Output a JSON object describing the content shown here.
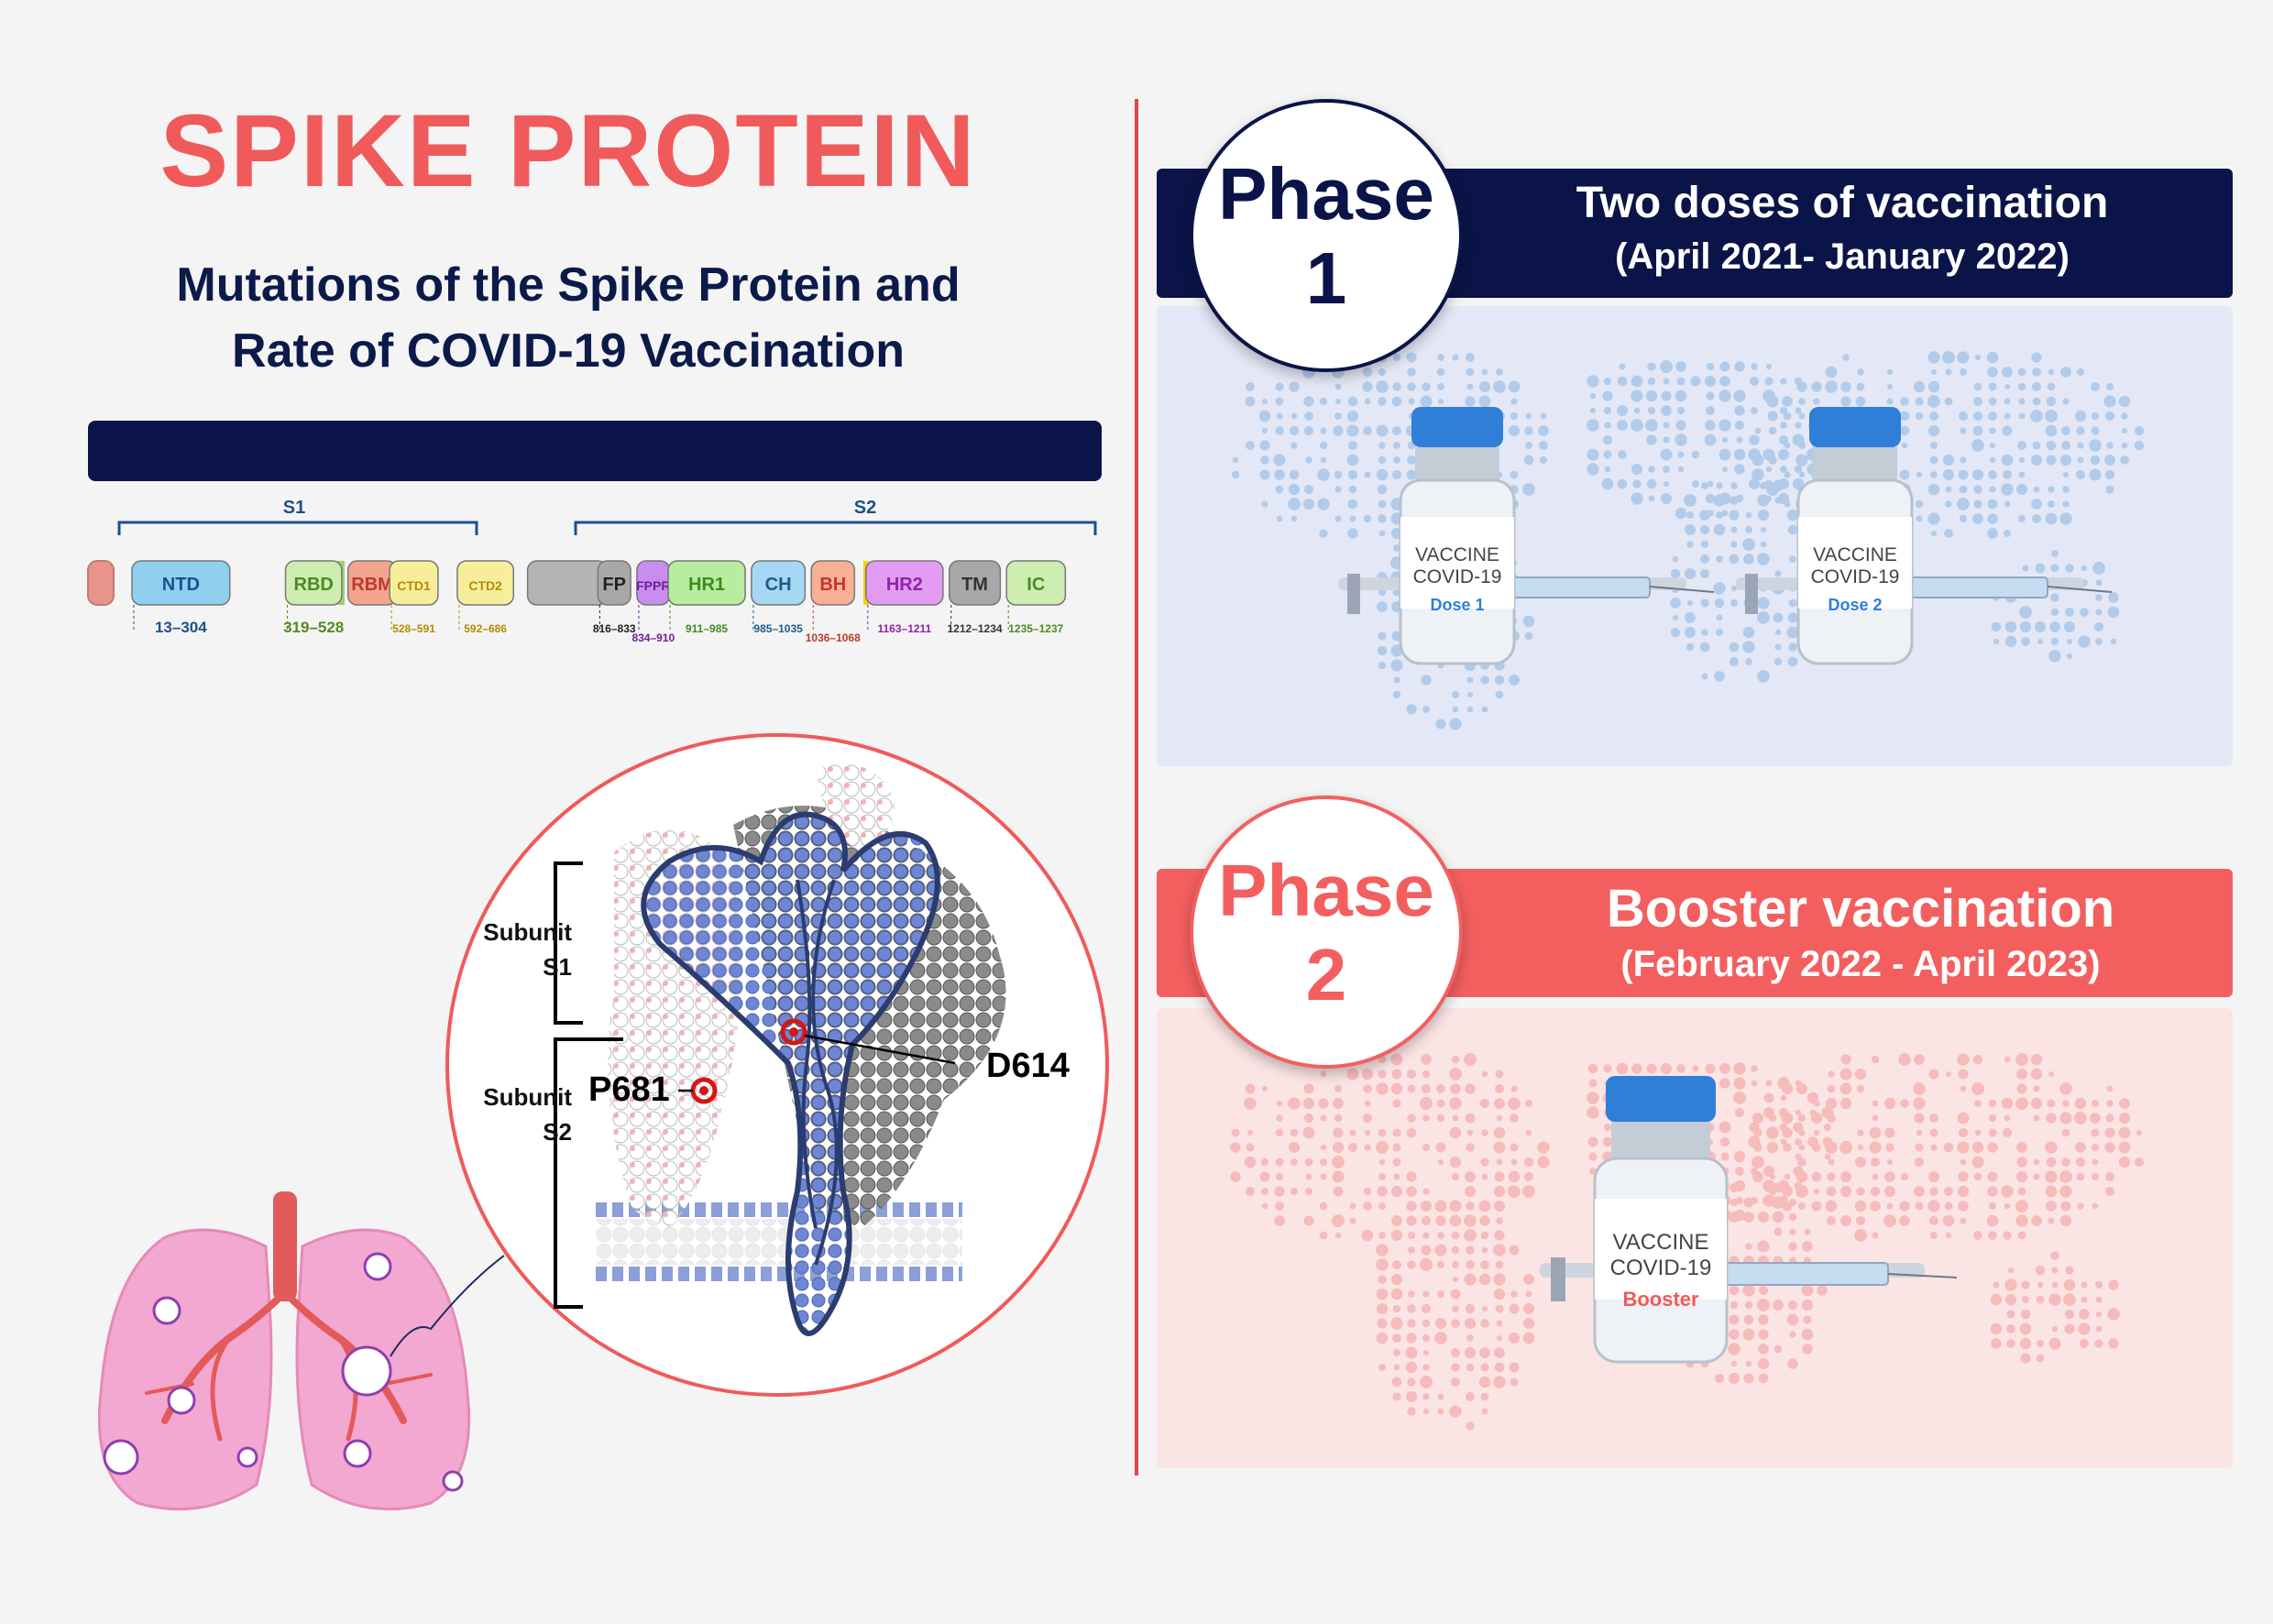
{
  "title": "SPIKE PROTEIN",
  "subtitle_line1": "Mutations of the Spike Protein and",
  "subtitle_line2": "Rate of COVID-19 Vaccination",
  "domain_map": {
    "s1_label": "S1",
    "s2_label": "S2",
    "domains": [
      {
        "name": "NTD",
        "range": "13–304",
        "color": "#8fd0ee",
        "text": "#1d4f8c"
      },
      {
        "name": "RBD",
        "range": "319–528",
        "color": "#cdeeb0",
        "text": "#4e8a24"
      },
      {
        "name": "RBM",
        "range": "",
        "color": "#f4a58e",
        "text": "#c0392b"
      },
      {
        "name": "CTD1",
        "range": "528–591",
        "color": "#f7ee9c",
        "text": "#b58b00"
      },
      {
        "name": "CTD2",
        "range": "592–686",
        "color": "#f7ee9c",
        "text": "#b58b00"
      },
      {
        "name": "",
        "range": "",
        "color": "#b4b4b4",
        "text": "#333333"
      },
      {
        "name": "FP",
        "range": "816–833",
        "color": "#a8a8a8",
        "text": "#222222"
      },
      {
        "name": "FPPR",
        "range": "834–910",
        "color": "#c98df0",
        "text": "#6a1f9a"
      },
      {
        "name": "HR1",
        "range": "911–985",
        "color": "#b8ec9e",
        "text": "#3e8a1e"
      },
      {
        "name": "CH",
        "range": "985–1035",
        "color": "#a6d8f4",
        "text": "#1d5c8c"
      },
      {
        "name": "BH",
        "range": "1036–1068",
        "color": "#f6b096",
        "text": "#c0392b"
      },
      {
        "name": "HR2",
        "range": "1163–1211",
        "color": "#e29cf2",
        "text": "#8e24aa"
      },
      {
        "name": "TM",
        "range": "1212–1234",
        "color": "#a8a8a8",
        "text": "#333333"
      },
      {
        "name": "IC",
        "range": "1235–1237",
        "color": "#cdeeb0",
        "text": "#4e8a24"
      }
    ]
  },
  "structure": {
    "subunit_s1": [
      "Subunit",
      "S1"
    ],
    "subunit_s2": [
      "Subunit",
      "S2"
    ],
    "mutation_1": "P681",
    "mutation_2": "D614"
  },
  "phase1": {
    "word": "Phase",
    "number": "1",
    "title": "Two doses of vaccination",
    "dates": "(April 2021- January 2022)",
    "vials": [
      {
        "line1": "VACCINE",
        "line2": "COVID-19",
        "dose": "Dose 1"
      },
      {
        "line1": "VACCINE",
        "line2": "COVID-19",
        "dose": "Dose 2"
      }
    ]
  },
  "phase2": {
    "word": "Phase",
    "number": "2",
    "title": "Booster vaccination",
    "dates": "(February 2022 - April 2023)",
    "vials": [
      {
        "line1": "VACCINE",
        "line2": "COVID-19",
        "dose": "Booster"
      }
    ]
  },
  "colors": {
    "accent_red": "#f05a5a",
    "navy": "#0b1448",
    "protein_blue": "#5870c8",
    "lung_pink": "#f2a8d0"
  }
}
